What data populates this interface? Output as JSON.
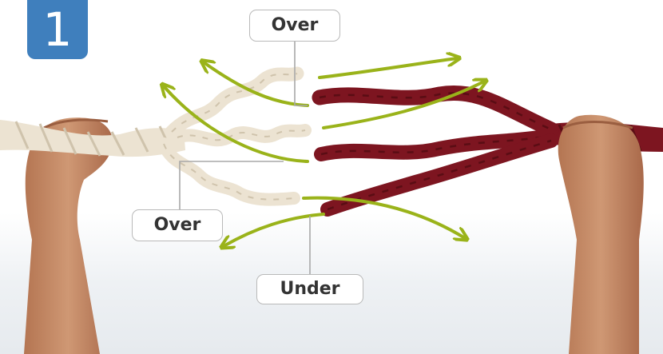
{
  "step": {
    "number": "1"
  },
  "callouts": {
    "top": "Over",
    "left": "Over",
    "bottom": "Under"
  },
  "colors": {
    "badge": "#3f7fbd",
    "white_rope": "#ece3d2",
    "red_rope": "#7d1520",
    "arrows": "#9ab31a",
    "skin": "#c48a68"
  }
}
